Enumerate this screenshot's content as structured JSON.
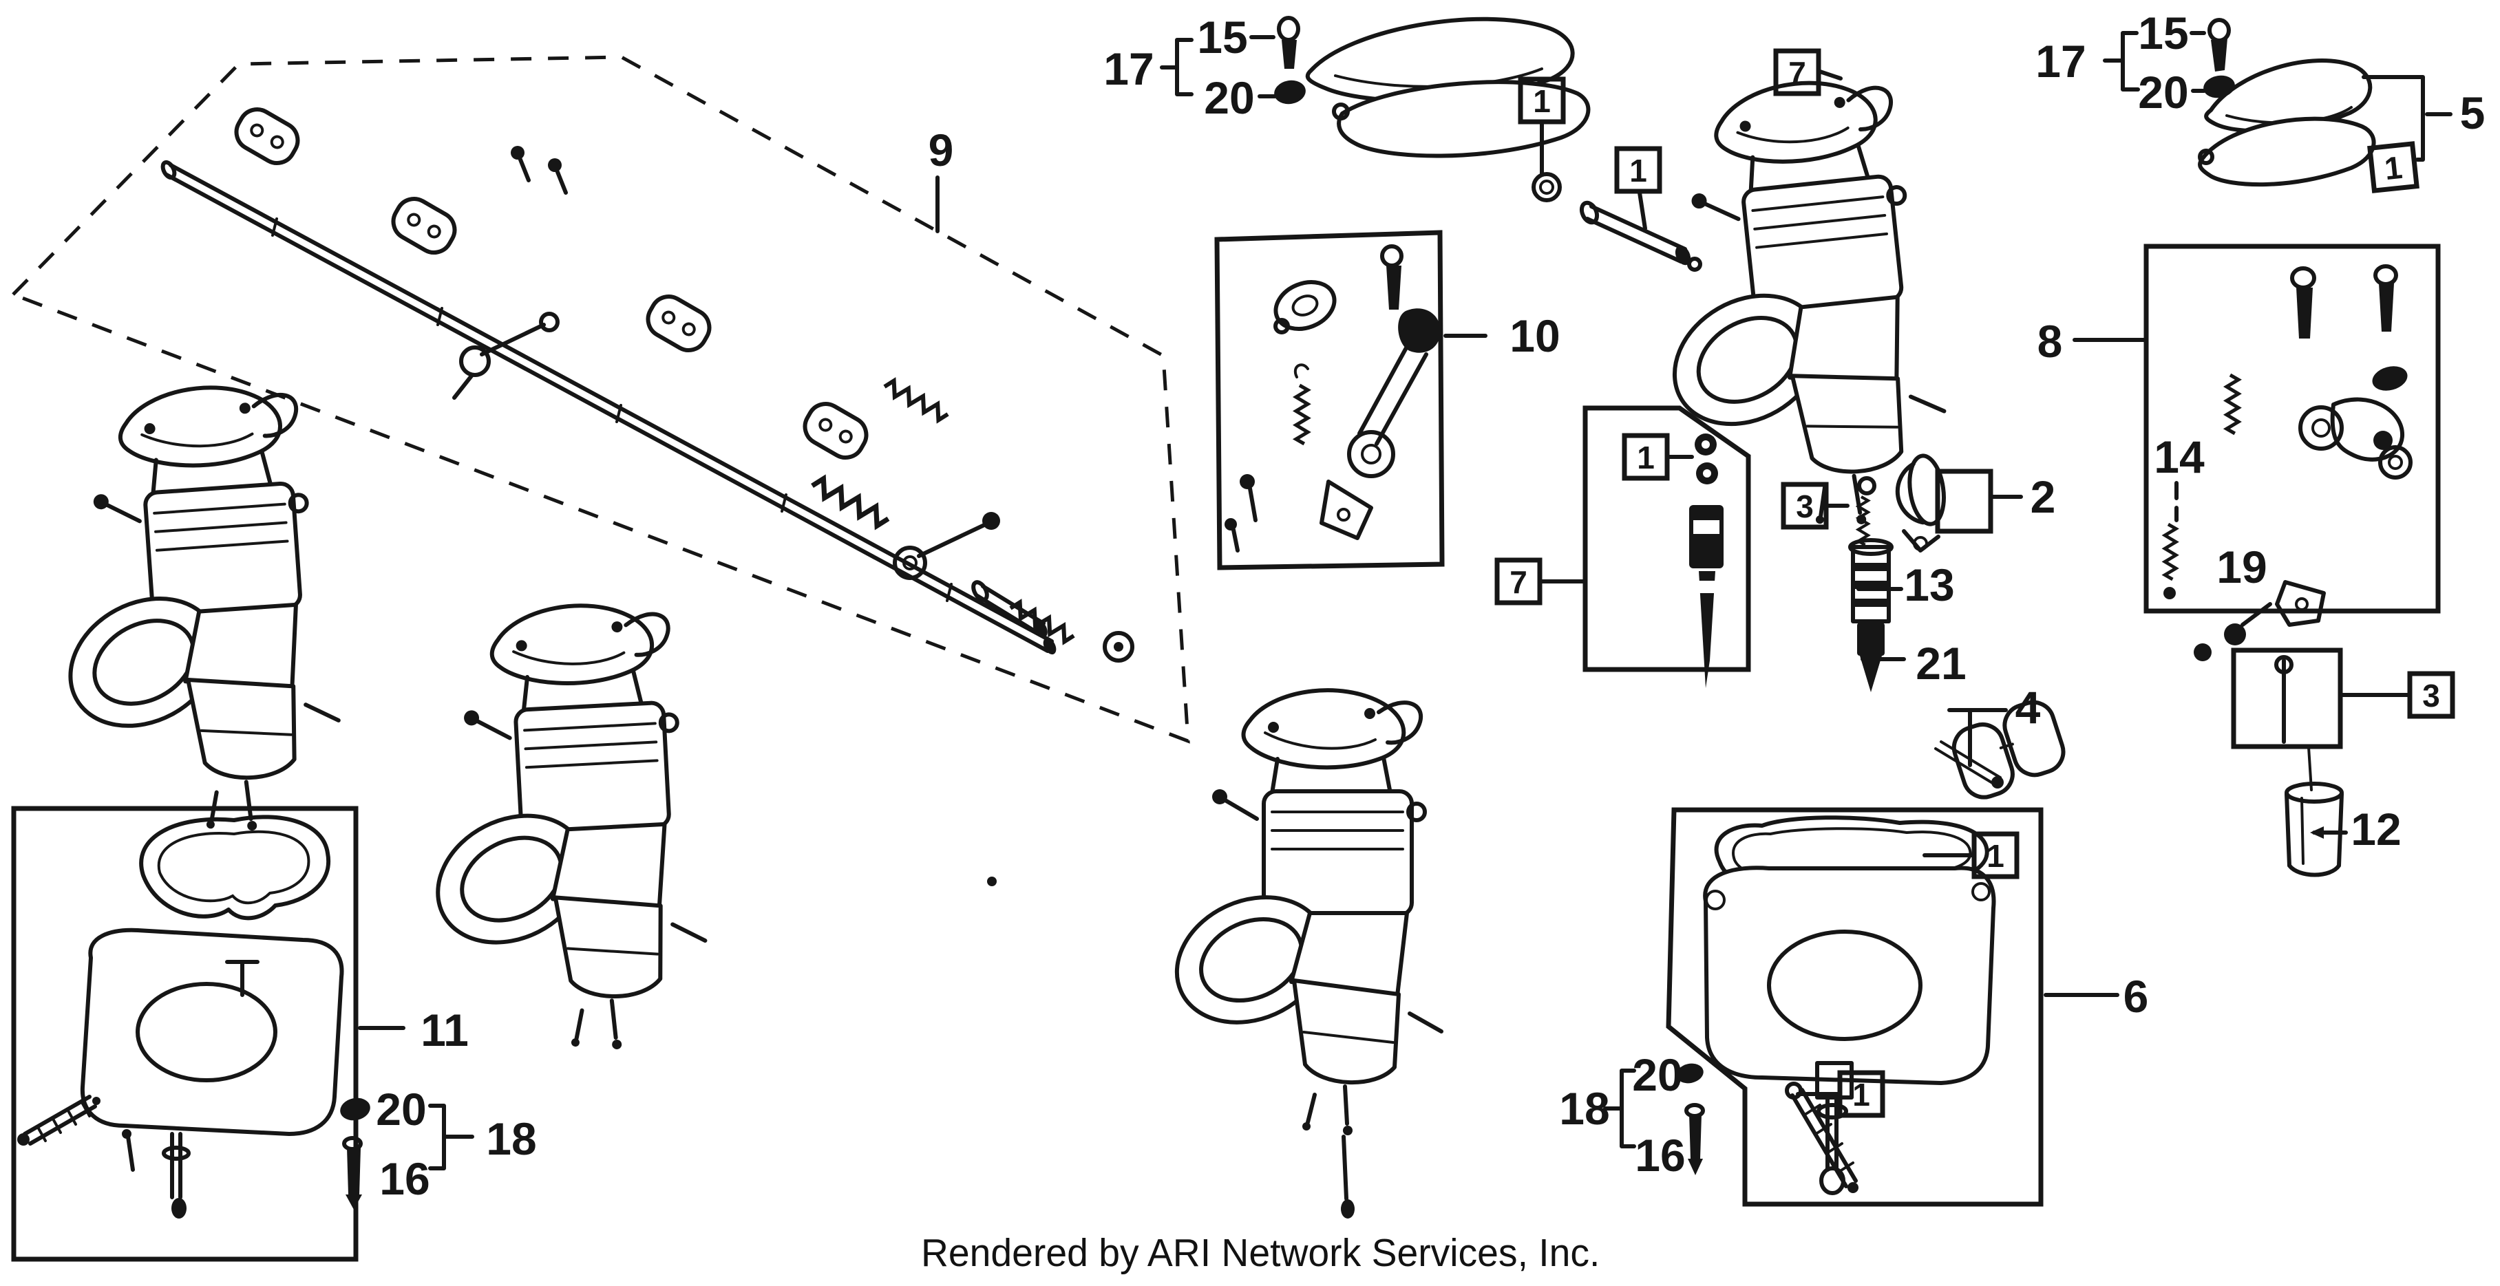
{
  "page": {
    "background_color": "#ffffff",
    "ink_color": "#161616",
    "description_of_image": "Exploded carburetor assembly parts diagram with numbered callouts"
  },
  "footer": {
    "credit": "Rendered by ARI Network Services, Inc."
  },
  "callouts": {
    "n9": "9",
    "n17L": "17",
    "n15L": "15",
    "n20L": "20",
    "n17R": "17",
    "n15R": "15",
    "n20R": "20",
    "b1topA": "1",
    "b1topB": "1",
    "b7top": "7",
    "n10": "10",
    "b7mid": "7",
    "b1mid": "1",
    "b3mid": "3",
    "n2": "2",
    "n13": "13",
    "n21": "21",
    "n8": "8",
    "n14": "14",
    "n19": "19",
    "n5": "5",
    "b1cap": "1",
    "n4": "4",
    "b3right": "3",
    "n12": "12",
    "n6": "6",
    "b1bowl": "1",
    "b1float": "1",
    "n18R": "18",
    "n20Rb": "20",
    "n16R": "16",
    "n11": "11",
    "n18L": "18",
    "n20Lb": "20",
    "n16L": "16"
  }
}
